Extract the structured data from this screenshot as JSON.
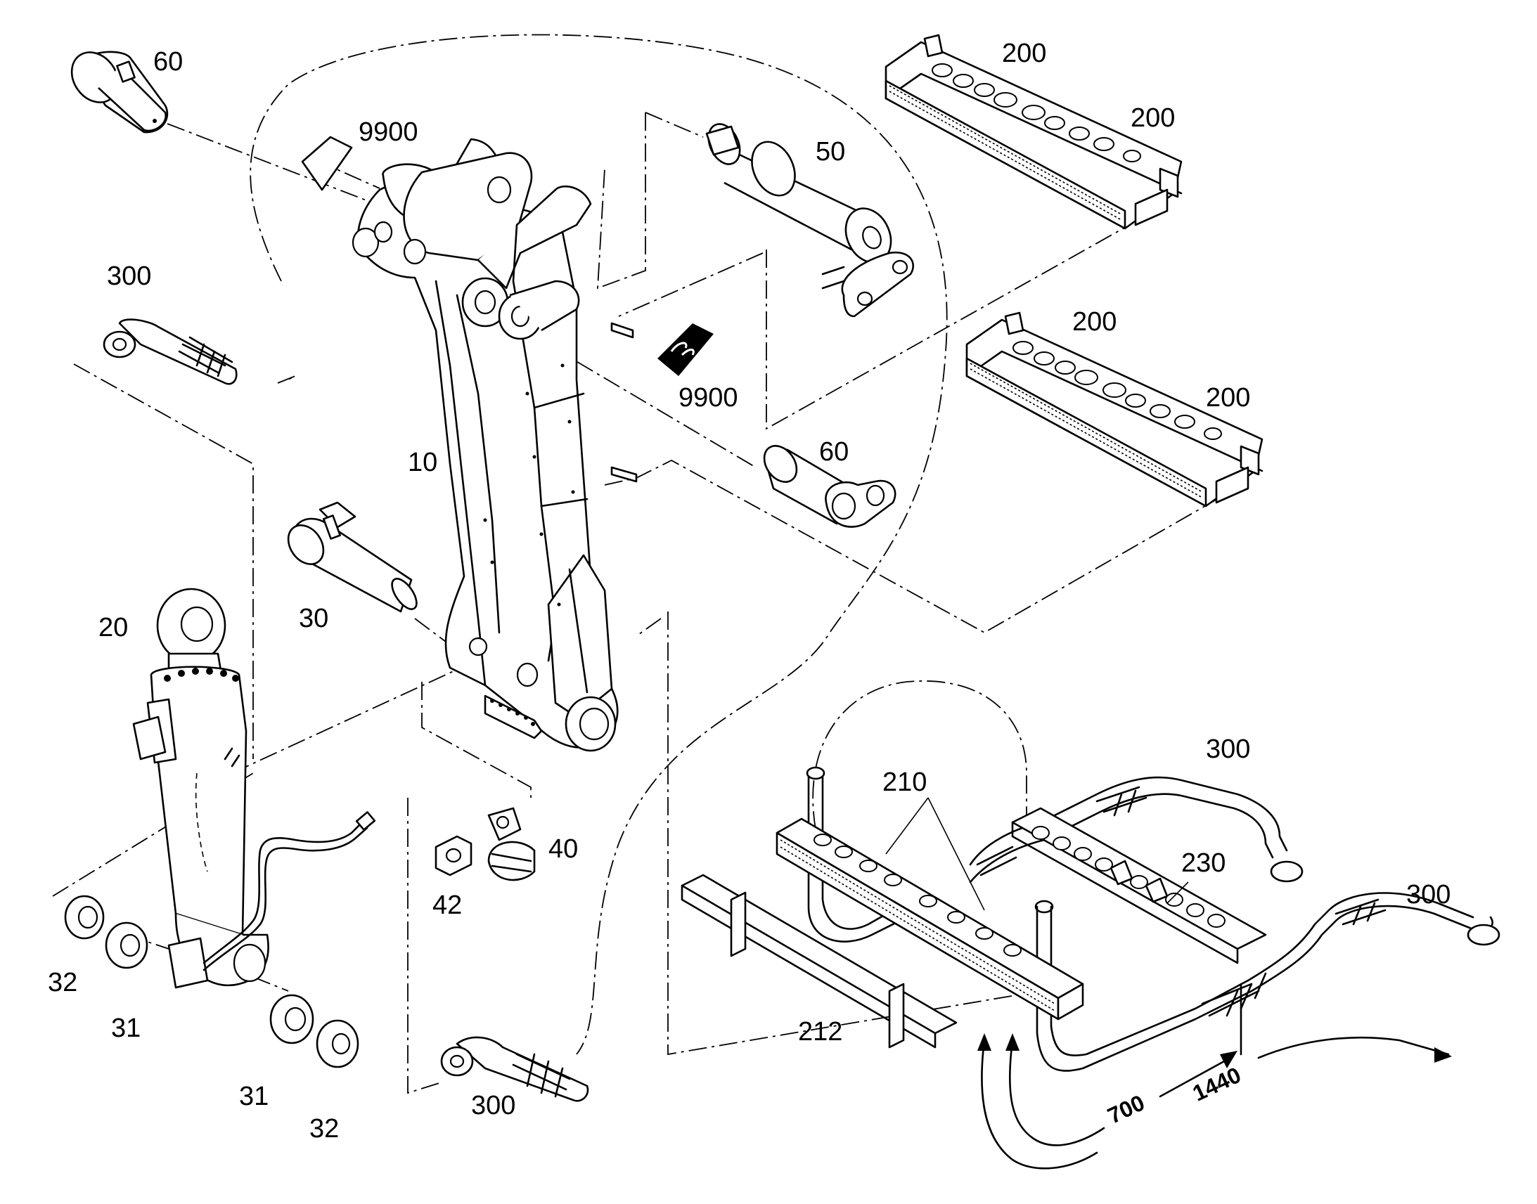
{
  "callouts": {
    "c60a": "60",
    "c9900a": "9900",
    "c50": "50",
    "c200a": "200",
    "c200b": "200",
    "c200c": "200",
    "c200d": "200",
    "c300a": "300",
    "c9900b": "9900",
    "c10": "10",
    "c60b": "60",
    "c30": "30",
    "c20": "20",
    "c40": "40",
    "c42": "42",
    "c32a": "32",
    "c31a": "31",
    "c31b": "31",
    "c32b": "32",
    "c300b": "300",
    "c210": "210",
    "c230": "230",
    "c212": "212",
    "c300c": "300",
    "c300d": "300"
  },
  "dimensions": {
    "d700": "700",
    "d1440": "1440"
  }
}
